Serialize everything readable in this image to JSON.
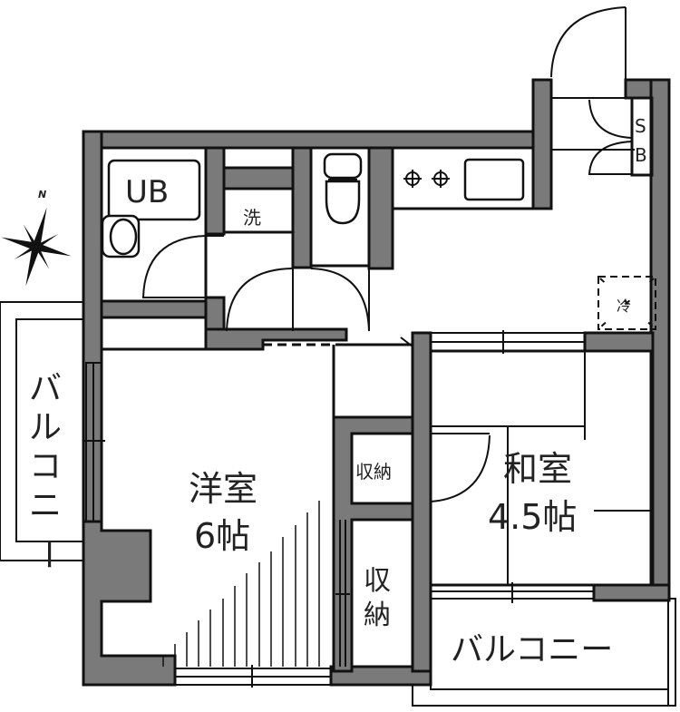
{
  "plan": {
    "compass": {
      "north_label": "N"
    },
    "rooms": {
      "unit_bath": "UB",
      "washer": "洗",
      "shoe_box_s": "S",
      "shoe_box_b": "B",
      "fridge": "冷",
      "western_room_name": "洋室",
      "western_room_size": "6帖",
      "japanese_room_name": "和室",
      "japanese_room_size": "4.5帖",
      "storage_1": "収納",
      "storage_2_top": "収",
      "storage_2_bottom": "納",
      "balcony_left_chars": [
        "バ",
        "ル",
        "コ",
        "ニ",
        "ー"
      ],
      "balcony_bottom": "バルコニー"
    },
    "colors": {
      "wall": "#7a7a7a",
      "line": "#111111",
      "background": "#ffffff"
    }
  }
}
